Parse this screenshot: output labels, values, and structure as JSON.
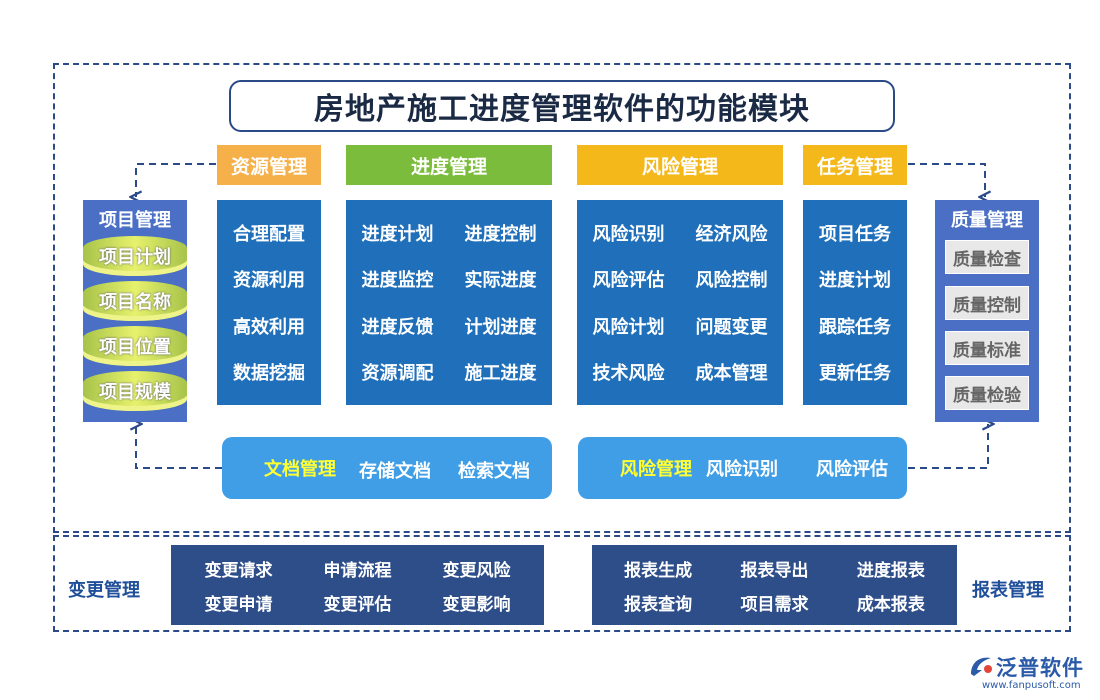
{
  "title": "房地产施工进度管理软件的功能模块",
  "columns": [
    {
      "header": "资源管理",
      "color": "#f5b04a",
      "items": [
        "合理配置",
        "资源利用",
        "高效利用",
        "数据挖掘"
      ]
    },
    {
      "header": "进度管理",
      "color": "#7cbc3c",
      "items": [
        "进度计划",
        "进度控制",
        "进度监控",
        "实际进度",
        "进度反馈",
        "计划进度",
        "资源调配",
        "施工进度"
      ]
    },
    {
      "header": "风险管理",
      "color": "#f5b81a",
      "items": [
        "风险识别",
        "经济风险",
        "风险评估",
        "风险控制",
        "风险计划",
        "问题变更",
        "技术风险",
        "成本管理"
      ]
    },
    {
      "header": "任务管理",
      "color": "#f5b81a",
      "items": [
        "项目任务",
        "进度计划",
        "跟踪任务",
        "更新任务"
      ]
    }
  ],
  "left_panel": {
    "title": "项目管理",
    "items": [
      "项目计划",
      "项目名称",
      "项目位置",
      "项目规模"
    ]
  },
  "right_panel": {
    "title": "质量管理",
    "items": [
      "质量检查",
      "质量控制",
      "质量标准",
      "质量检验"
    ]
  },
  "doc_bar": {
    "label": "文档管理",
    "items": [
      "存储文档",
      "检索文档"
    ]
  },
  "risk_bar": {
    "label": "风险管理",
    "items": [
      "风险识别",
      "风险评估"
    ]
  },
  "change": {
    "label": "变更管理",
    "items": [
      "变更请求",
      "申请流程",
      "变更风险",
      "变更申请",
      "变更评估",
      "变更影响"
    ]
  },
  "report": {
    "label": "报表管理",
    "items": [
      "报表生成",
      "报表导出",
      "进度报表",
      "报表查询",
      "项目需求",
      "成本报表"
    ]
  },
  "brand": {
    "name": "泛普软件",
    "url": "www.fanpusoft.com"
  }
}
